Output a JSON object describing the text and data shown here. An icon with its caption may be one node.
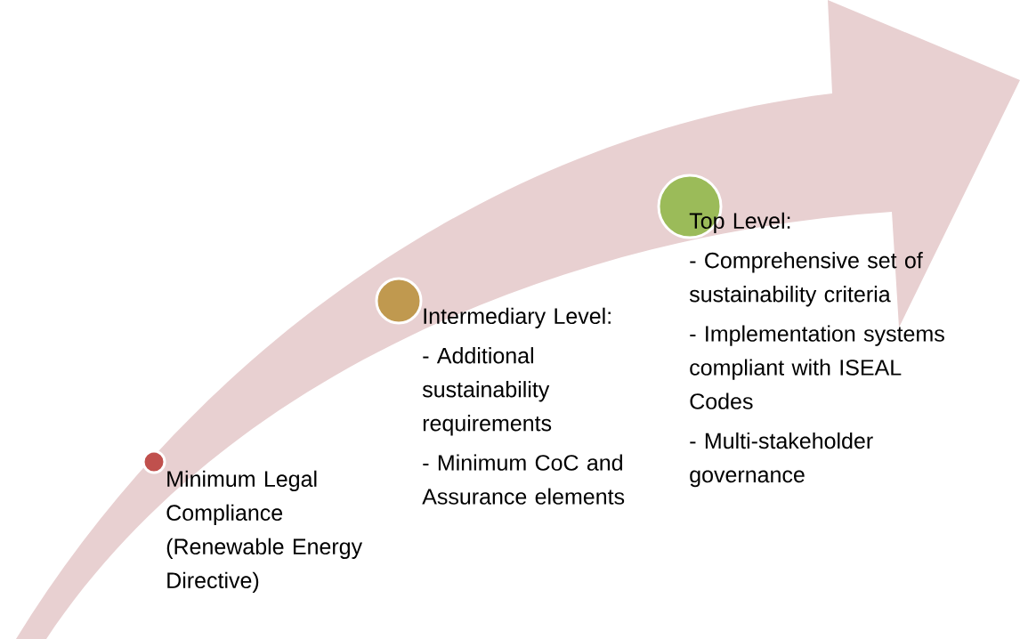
{
  "diagram": {
    "nodes": [
      {
        "text": [],
        "shape": "circle",
        "beside": [
          "Minimum Legal Compliance (Renewable Energy Directive)"
        ]
      },
      {
        "text": [],
        "shape": "circle",
        "beside": [
          "Intermediary Level:",
          "- Additional sustainability requirements",
          "- Minimum CoC and Assurance elements"
        ]
      },
      {
        "text": [],
        "shape": "circle",
        "beside": [
          "Top Level:",
          "- Comprehensive set of sustainability criteria",
          "- Implementation systems compliant with ISEAL Codes",
          "- Multi-stakeholder governance"
        ]
      }
    ]
  }
}
